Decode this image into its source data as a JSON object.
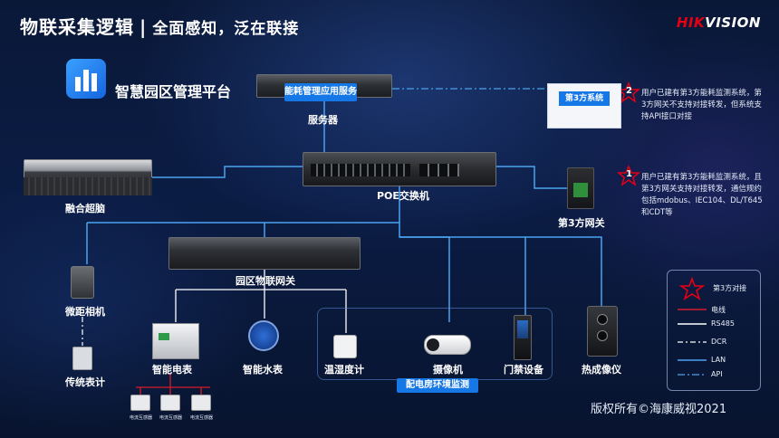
{
  "header": {
    "title": "物联采集逻辑",
    "separator": "|",
    "subtitle": "全面感知，泛在联接",
    "brand_main": "HIKVISION",
    "brand_accent": "#e60012"
  },
  "platform": {
    "label": "智慧园区管理平台",
    "icon": "building-icon"
  },
  "server": {
    "tag": "能耗管理应用服务",
    "label": "服务器"
  },
  "fusion": {
    "label": "融合超脑"
  },
  "switch": {
    "label": "POE交换机"
  },
  "third_system": {
    "tag": "第3方系统"
  },
  "third_gateway": {
    "label": "第3方网关"
  },
  "notes": [
    {
      "badge": "2",
      "text": "用户已建有第3方能耗监测系统，第3方网关不支持对接转发，但系统支持API接口对接"
    },
    {
      "badge": "1",
      "text": "用户已建有第3方能耗监测系统，且第3方网关支持对接转发，通信规约包括mdobus、IEC104、DL/T645和CDT等"
    }
  ],
  "park_gateway": {
    "label": "园区物联网关"
  },
  "devices": {
    "macro_camera": "微距相机",
    "traditional_meter": "传统表计",
    "smart_meter": "智能电表",
    "smart_water": "智能水表",
    "thermo": "温湿度计",
    "camera": "摄像机",
    "door": "门禁设备",
    "thermal": "热成像仪",
    "ct_label": "电流互感器"
  },
  "env_tag": "配电房环境监测",
  "legend": {
    "items": [
      "第3方对接",
      "电线",
      "RS485",
      "DCR",
      "LAN",
      "API"
    ],
    "colors": {
      "third_party": "#e60012",
      "wire": "#d81b2a",
      "rs485": "#ffffff",
      "dcr": "#ffffff",
      "lan": "#4aa3f0",
      "api": "#4aa3f0"
    }
  },
  "footer": {
    "copyright": "版权所有©海康威视2021"
  }
}
